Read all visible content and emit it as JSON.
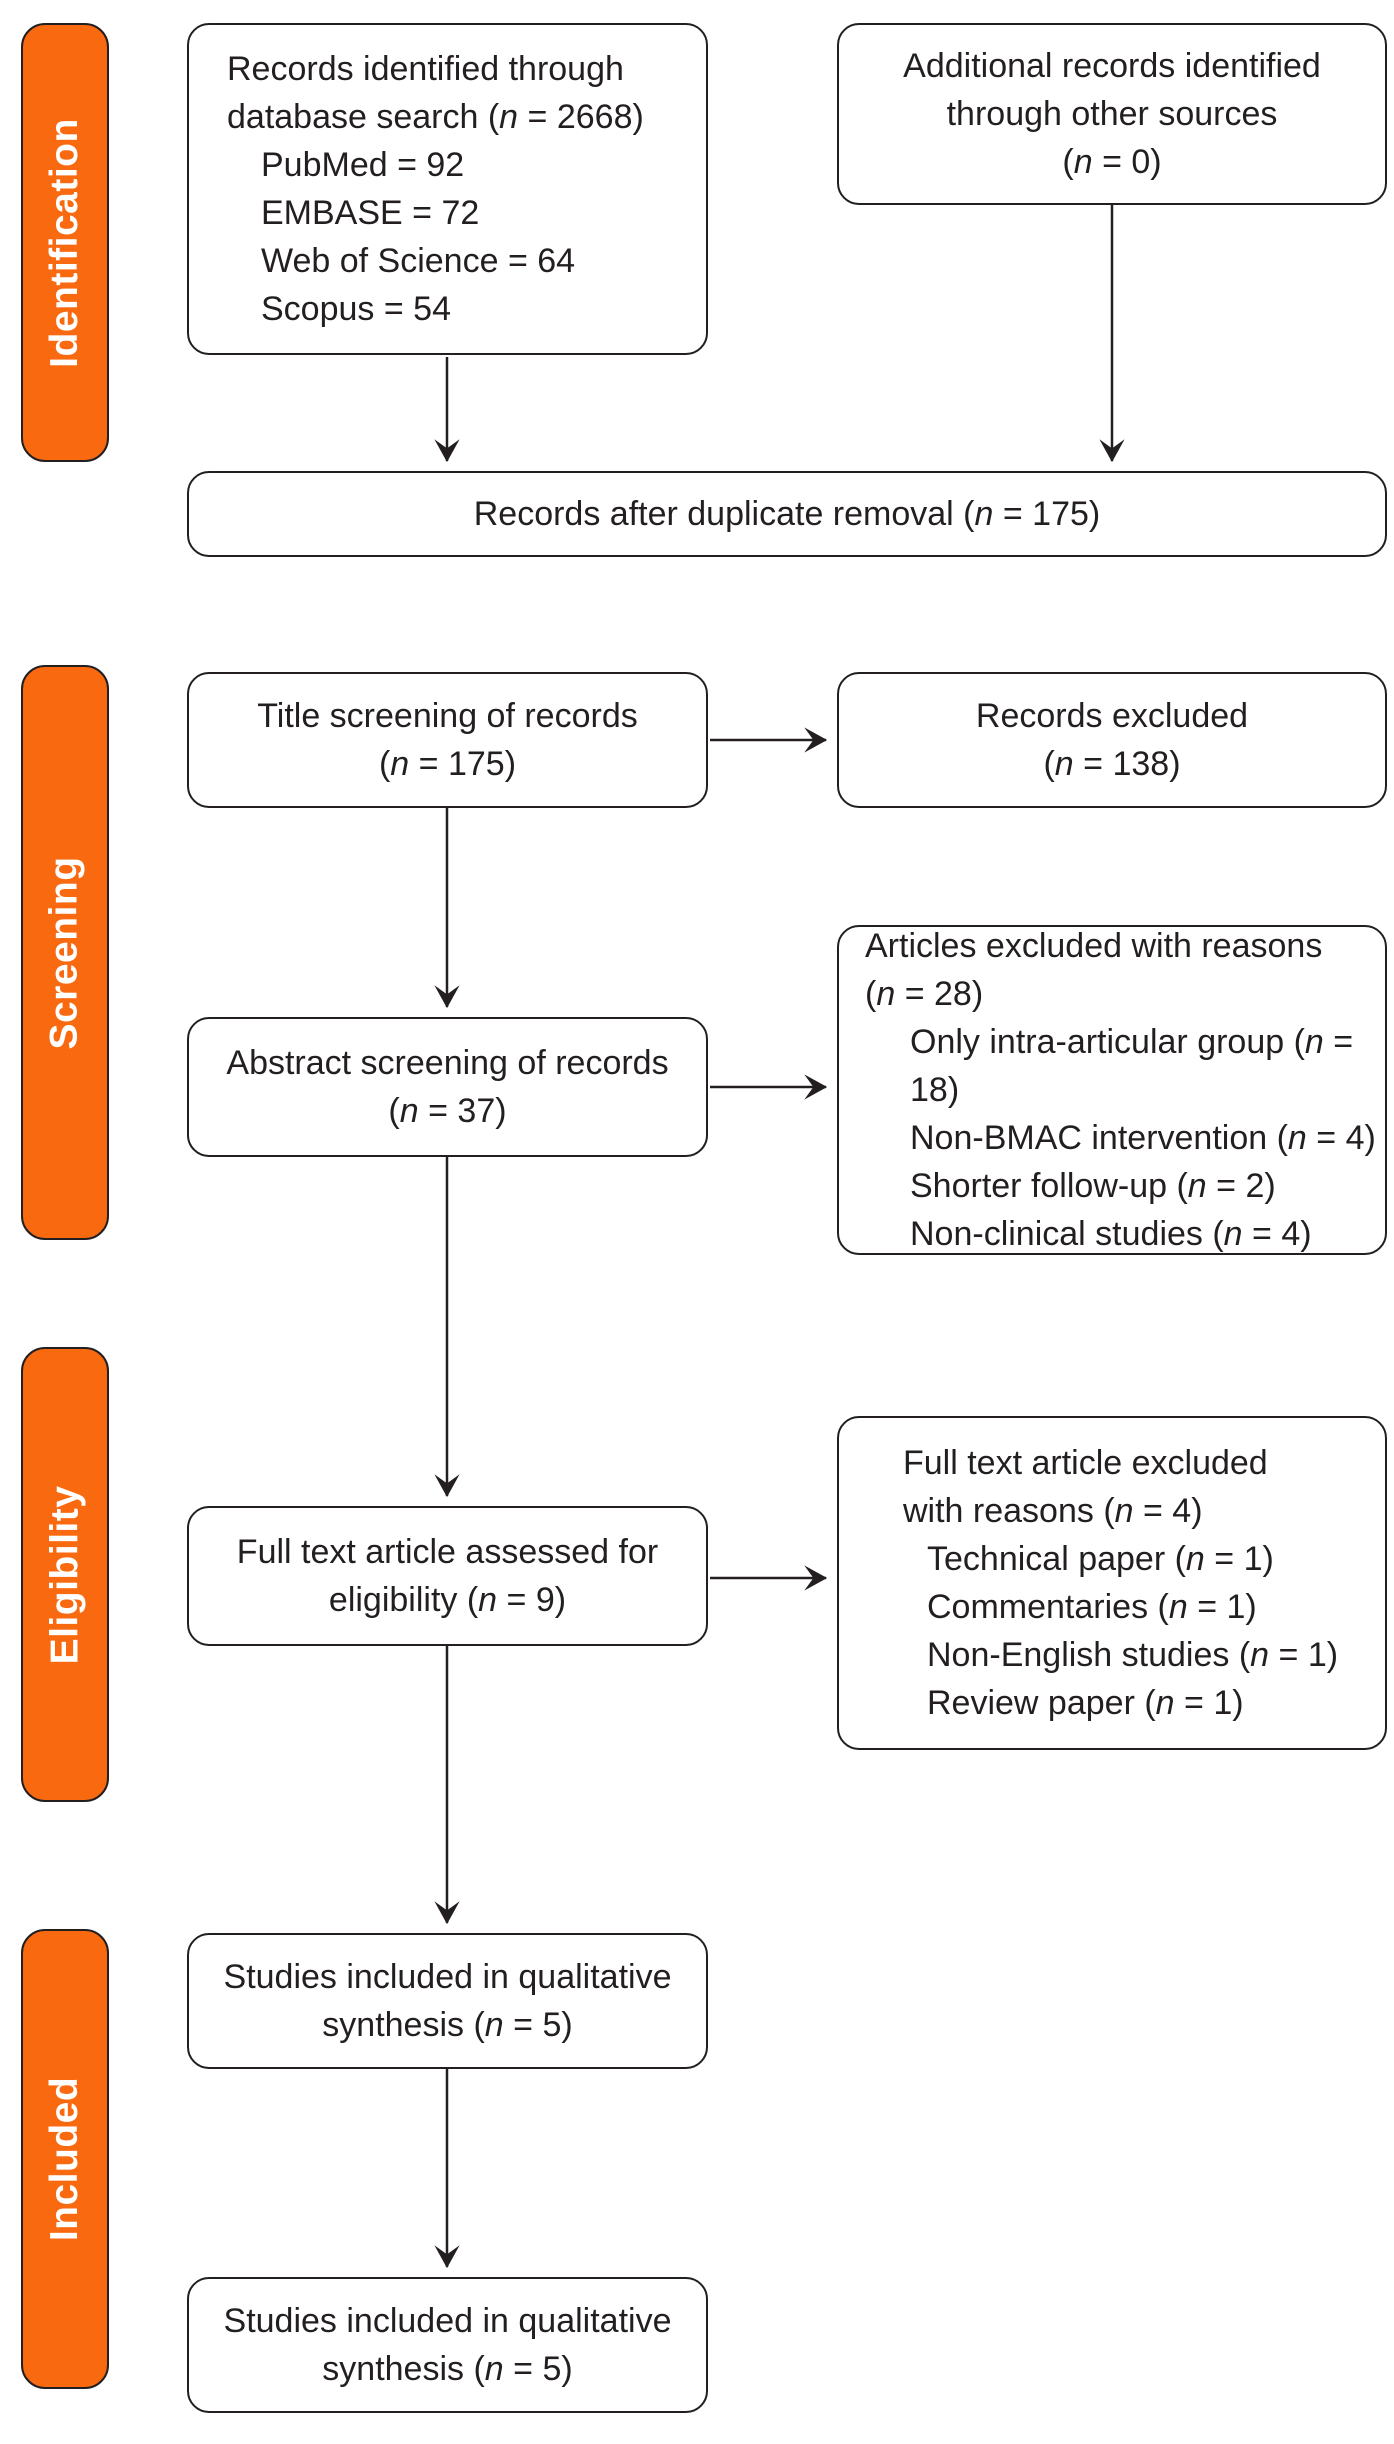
{
  "colors": {
    "background": "#FFFFFF",
    "stage_fill": "#F96A10",
    "stage_border": "#231F20",
    "stage_text": "#FFFFFF",
    "box_fill": "#FFFFFF",
    "box_border": "#231F20",
    "text": "#231F20",
    "arrow": "#231F20"
  },
  "stages": [
    {
      "label": "Identification"
    },
    {
      "label": "Screening"
    },
    {
      "label": "Eligibility"
    },
    {
      "label": "Included"
    }
  ],
  "boxes": {
    "records_identified": {
      "title_lines": [
        "Records identified through",
        "database search (n = 2668)"
      ],
      "items": [
        "PubMed = 92",
        "EMBASE = 72",
        "Web of Science = 64",
        "Scopus = 54"
      ]
    },
    "additional_records": {
      "title_lines": [
        "Additional records identified",
        "through other sources",
        "(n = 0)"
      ]
    },
    "duplicates_removed": {
      "title_lines": [
        "Records after duplicate removal (n = 175)"
      ]
    },
    "title_screening": {
      "title_lines": [
        "Title screening of records",
        "(n = 175)"
      ]
    },
    "records_excluded": {
      "title_lines": [
        "Records excluded",
        "(n = 138)"
      ]
    },
    "abstract_screening": {
      "title_lines": [
        "Abstract screening of records",
        "(n = 37)"
      ]
    },
    "articles_excluded": {
      "title_lines": [
        "Articles excluded with reasons",
        "(n = 28)"
      ],
      "items": [
        "Only intra-articular group (n = 18)",
        "Non-BMAC intervention (n = 4)",
        "Shorter follow-up (n = 2)",
        "Non-clinical studies (n = 4)"
      ]
    },
    "full_text_assessed": {
      "title_lines": [
        "Full text article assessed for",
        "eligibility (n = 9)"
      ]
    },
    "full_text_excluded": {
      "title_lines": [
        "Full text article excluded",
        "with reasons (n = 4)"
      ],
      "items": [
        "Technical paper (n = 1)",
        "Commentaries (n = 1)",
        "Non-English studies (n = 1)",
        "Review paper (n = 1)"
      ]
    },
    "qualitative_synthesis_top": {
      "title_lines": [
        "Studies included in qualitative",
        "synthesis (n = 5)"
      ]
    },
    "qualitative_synthesis_bottom": {
      "title_lines": [
        "Studies included in qualitative",
        "synthesis (n = 5)"
      ]
    }
  }
}
